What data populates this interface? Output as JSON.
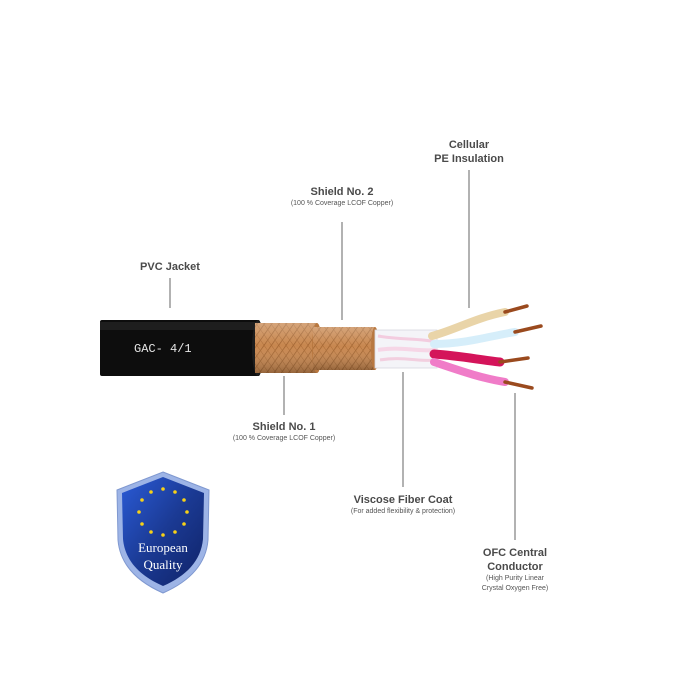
{
  "cable": {
    "print": "GAC-  4/1"
  },
  "labels": {
    "pvc_jacket": "PVC Jacket",
    "shield2_title": "Shield No. 2",
    "shield2_sub": "(100 % Coverage LCOF Copper)",
    "shield1_title": "Shield No. 1",
    "shield1_sub": "(100 % Coverage LCOF Copper)",
    "pe_line1": "Cellular",
    "pe_line2": "PE Insulation",
    "viscose_title": "Viscose Fiber Coat",
    "viscose_sub": "(For added flexibility & protection)",
    "ofc_line1": "OFC Central",
    "ofc_line2": "Conductor",
    "ofc_sub1": "(High Purity Linear",
    "ofc_sub2": "Crystal Oxygen Free)"
  },
  "badge": {
    "line1": "European",
    "line2": "Quality"
  },
  "colors": {
    "jacket": "#0d0d0d",
    "copper": "#c8874f",
    "wire_beige": "#e9d4a8",
    "wire_lightblue": "#d6eefa",
    "wire_red": "#d4145a",
    "wire_pink": "#f07cc8",
    "copper_tip": "#9a4a1e",
    "badge_blue": "#1a3a8f",
    "star": "#f7d117"
  }
}
